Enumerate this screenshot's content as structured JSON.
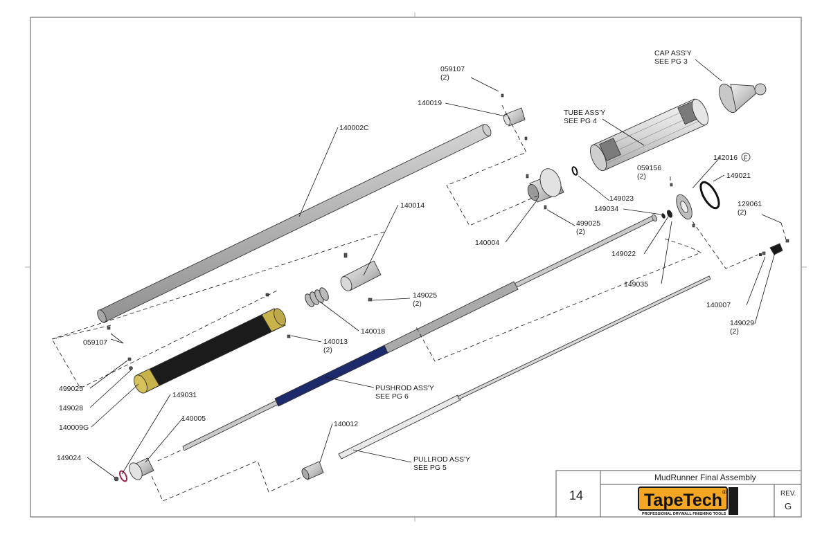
{
  "title_block": {
    "page_number": "14",
    "drawing_title": "MudRunner Final Assembly",
    "brand_name": "TapeTech",
    "brand_registered": "®",
    "brand_tagline": "PROFESSIONAL DRYWALL FINISHING TOOLS",
    "rev_label": "REV.",
    "rev_value": "G"
  },
  "callouts": {
    "c059107_top": "059107",
    "c059107_top_qty": "(2)",
    "c140019": "140019",
    "c140002C": "140002C",
    "cap_assy_1": "CAP ASS'Y",
    "cap_assy_2": "SEE PG 3",
    "tube_assy_1": "TUBE ASS'Y",
    "tube_assy_2": "SEE PG 4",
    "c142016": "142016",
    "c142016_badge": "F",
    "c149021": "149021",
    "c059156": "059156",
    "c059156_qty": "(2)",
    "c149023": "149023",
    "c149034": "149034",
    "c129061": "129061",
    "c129061_qty": "(2)",
    "c499025_right": "499025",
    "c499025_right_qty": "(2)",
    "c140004": "140004",
    "c140014": "140014",
    "c149022": "149022",
    "c149035": "149035",
    "c149025": "149025",
    "c149025_qty": "(2)",
    "c140007": "140007",
    "c149029": "149029",
    "c149029_qty": "(2)",
    "c140018": "140018",
    "c059107_left": "059107",
    "c140013": "140013",
    "c140013_qty": "(2)",
    "c499025_left": "499025",
    "c149028": "149028",
    "c140009G": "140009G",
    "pushrod_1": "PUSHROD ASS'Y",
    "pushrod_2": "SEE PG 6",
    "c149031": "149031",
    "c140005": "140005",
    "c140012": "140012",
    "c149024": "149024",
    "pullrod_1": "PULLROD ASS'Y",
    "pullrod_2": "SEE PG 5"
  },
  "colors": {
    "tube_gray": "#c9c9c9",
    "grip_black": "#1a1a1a",
    "collar_yellow": "#c8b24a",
    "pushrod_blue": "#1c2a6b",
    "oring_red": "#a0204a",
    "brand_orange": "#f2a623"
  }
}
